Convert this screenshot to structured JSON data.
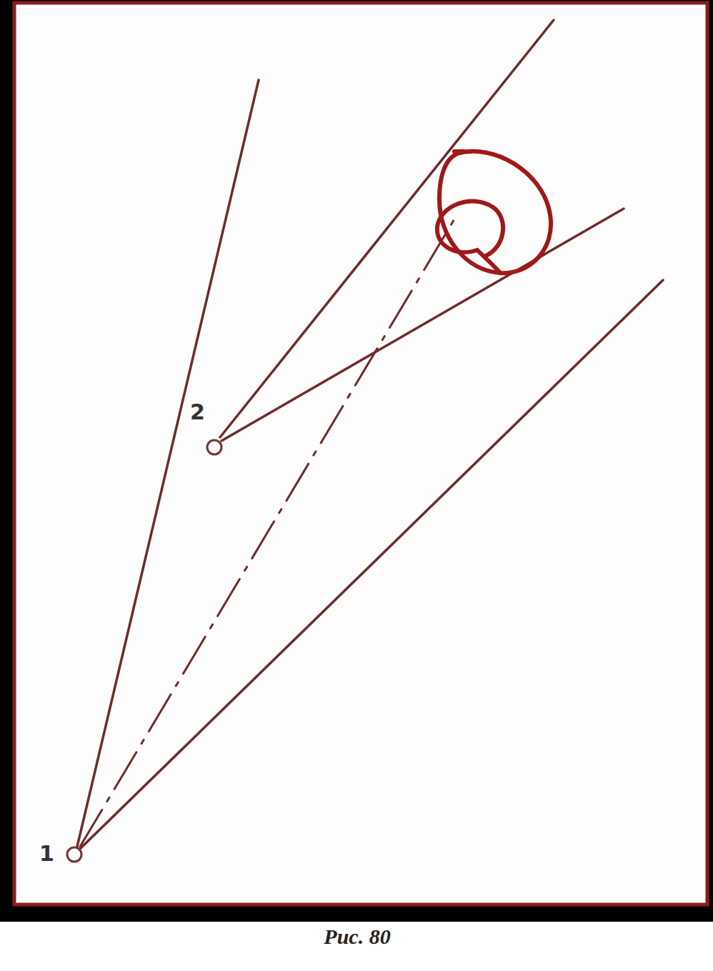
{
  "diagram": {
    "caption": "Рис. 80",
    "labels": [
      "1",
      "2"
    ]
  }
}
